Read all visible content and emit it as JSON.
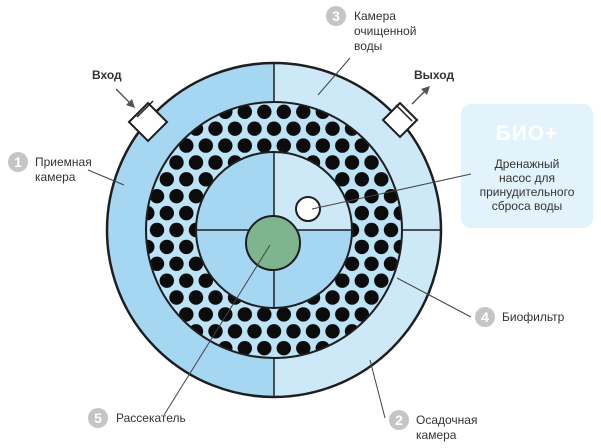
{
  "colors": {
    "outline": "#1e1e1e",
    "water_light": "#cde9f8",
    "water_mid": "#a5d7f3",
    "biofilter_bg": "#bde3f7",
    "dot": "#0c0c0c",
    "disperser": "#7fb58e",
    "badge_bg": "#e3f3fb",
    "number_badge": "#c5c5c5",
    "label_text": "#333333"
  },
  "inlet": {
    "label": "Вход"
  },
  "outlet": {
    "label": "Выход"
  },
  "brand_badge": {
    "title": "БИО+"
  },
  "callouts": [
    {
      "number": "1",
      "lines": [
        "Приемная",
        "камера"
      ]
    },
    {
      "number": "2",
      "lines": [
        "Осадочная",
        "камера"
      ]
    },
    {
      "number": "3",
      "lines": [
        "Камера",
        "очищенной",
        "воды"
      ]
    },
    {
      "number": "4",
      "lines": [
        "Биофильтр"
      ]
    },
    {
      "number": "5",
      "lines": [
        "Рассекатель"
      ]
    }
  ],
  "pump": {
    "lines": [
      "Дренажный",
      "насос для",
      "принудительного",
      "сброса воды"
    ]
  },
  "icons": {
    "inlet_arrow": "arrow-down-right-icon",
    "outlet_arrow": "arrow-up-right-icon"
  }
}
